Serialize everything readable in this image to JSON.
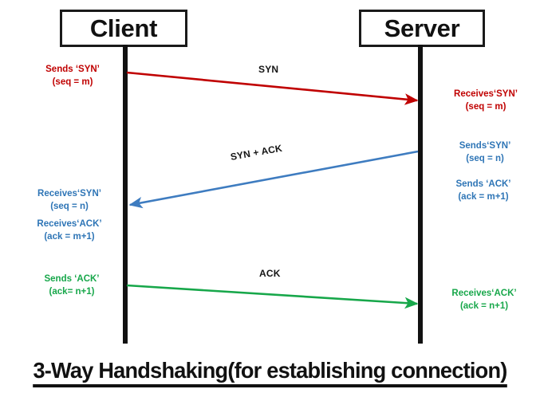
{
  "diagram": {
    "title": "3-Way Handshaking(for establishing connection)",
    "type": "sequence-diagram",
    "colors": {
      "syn": "#C00000",
      "syn_ack": "#2E75B6",
      "ack": "#17A74A",
      "lifeline": "#111111",
      "label": "#151515",
      "background": "#ffffff"
    }
  },
  "endpoints": {
    "client": "Client",
    "server": "Server"
  },
  "messages": [
    {
      "id": "syn",
      "label": "SYN",
      "direction": "client-to-server",
      "color": "#C00000"
    },
    {
      "id": "syn-ack",
      "label": "SYN + ACK",
      "direction": "server-to-client",
      "color": "#2E75B6"
    },
    {
      "id": "ack",
      "label": "ACK",
      "direction": "client-to-server",
      "color": "#17A74A"
    }
  ],
  "notes": {
    "client_syn_send": {
      "line1": "Sends ‘SYN’",
      "line2": "(seq = m)"
    },
    "server_syn_recv": {
      "line1": "Receives‘SYN’",
      "line2": "(seq = m)"
    },
    "server_syn_send": {
      "line1": "Sends‘SYN’",
      "line2": "(seq = n)"
    },
    "server_ack_send": {
      "line1": "Sends ‘ACK’",
      "line2": "(ack = m+1)"
    },
    "client_syn_recv": {
      "line1": "Receives‘SYN’",
      "line2": "(seq = n)"
    },
    "client_ack_recv": {
      "line1": "Receives‘ACK’",
      "line2": "(ack = m+1)"
    },
    "client_ack_send": {
      "line1": "Sends ‘ACK’",
      "line2": "(ack= n+1)"
    },
    "server_ack_recv": {
      "line1": "Receives‘ACK’",
      "line2": "(ack = n+1)"
    }
  }
}
